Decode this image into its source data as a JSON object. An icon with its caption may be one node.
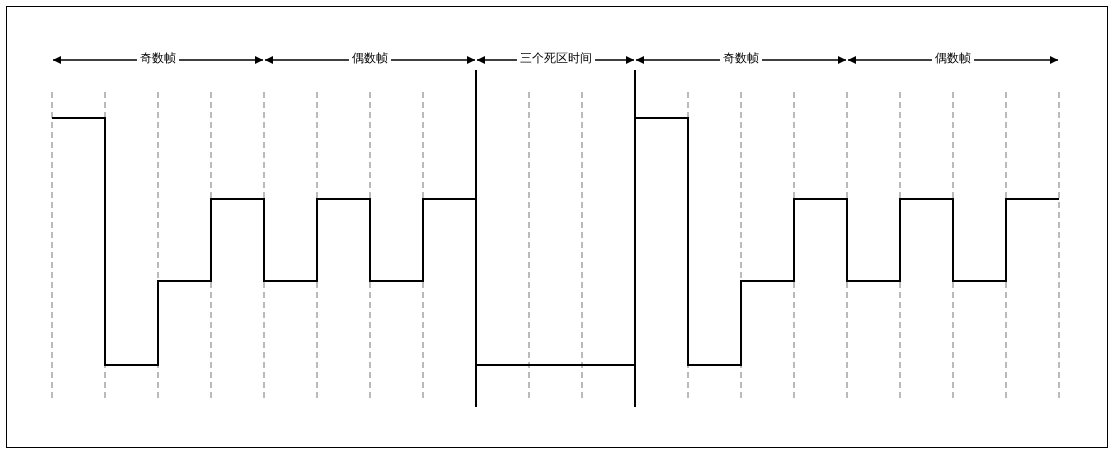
{
  "diagram": {
    "labels": [
      "奇数帧",
      "偶数帧",
      "三个死区时间",
      "奇数帧",
      "偶数帧"
    ]
  }
}
